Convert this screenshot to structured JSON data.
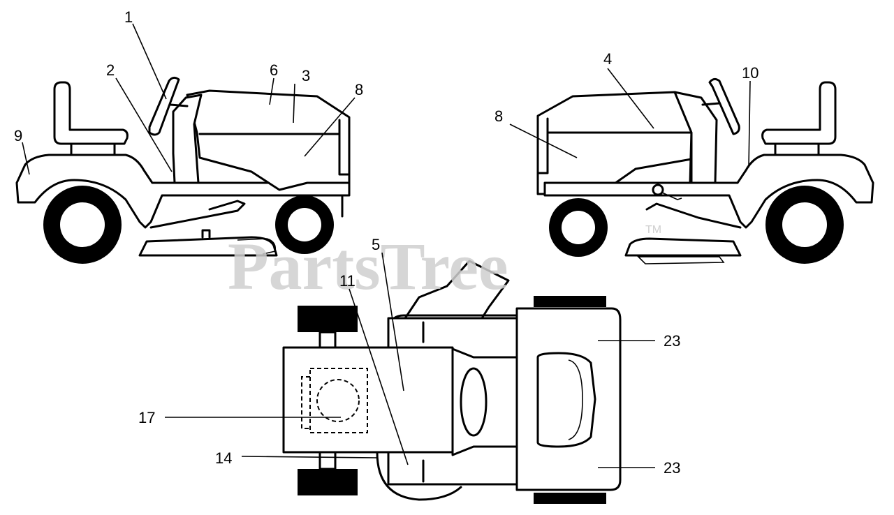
{
  "watermark": {
    "text": "PartsTree",
    "tm": "TM"
  },
  "callouts": {
    "c1": "1",
    "c2": "2",
    "c3": "3",
    "c4": "4",
    "c5": "5",
    "c6": "6",
    "c8a": "8",
    "c8b": "8",
    "c9": "9",
    "c10": "10",
    "c11": "11",
    "c14": "14",
    "c17": "17",
    "c23a": "23",
    "c23b": "23"
  }
}
